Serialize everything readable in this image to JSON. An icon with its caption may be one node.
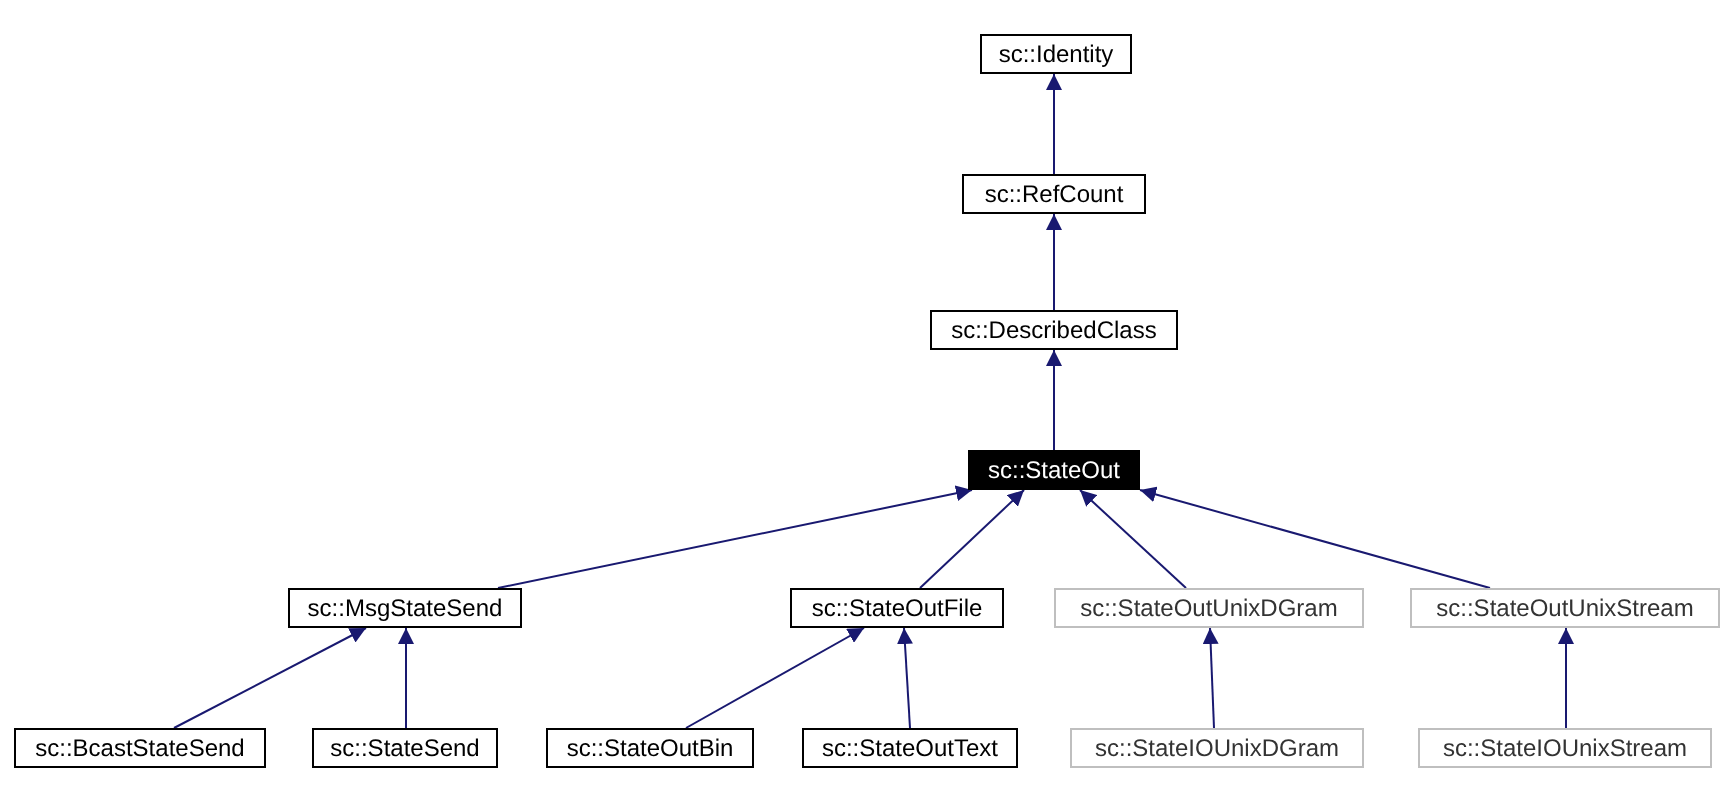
{
  "diagram": {
    "nodes": [
      {
        "text": [
          "sc::Identity"
        ]
      },
      {
        "text": [
          "sc::RefCount"
        ]
      },
      {
        "text": [
          "sc::DescribedClass"
        ]
      },
      {
        "text": [
          "sc::StateOut"
        ]
      },
      {
        "text": [
          "sc::MsgStateSend"
        ]
      },
      {
        "text": [
          "sc::StateOutFile"
        ]
      },
      {
        "text": [
          "sc::StateOutUnixDGram"
        ]
      },
      {
        "text": [
          "sc::StateOutUnixStream"
        ]
      },
      {
        "text": [
          "sc::BcastStateSend"
        ]
      },
      {
        "text": [
          "sc::StateSend"
        ]
      },
      {
        "text": [
          "sc::StateOutBin"
        ]
      },
      {
        "text": [
          "sc::StateOutText"
        ]
      },
      {
        "text": [
          "sc::StateIOUnixDGram"
        ]
      },
      {
        "text": [
          "sc::StateIOUnixStream"
        ]
      }
    ],
    "edges": [
      {
        "from": 1,
        "to": 0,
        "arrow": "to"
      },
      {
        "from": 2,
        "to": 1,
        "arrow": "to"
      },
      {
        "from": 3,
        "to": 2,
        "arrow": "to"
      },
      {
        "from": 4,
        "to": 3,
        "arrow": "to"
      },
      {
        "from": 5,
        "to": 3,
        "arrow": "to"
      },
      {
        "from": 6,
        "to": 3,
        "arrow": "to"
      },
      {
        "from": 7,
        "to": 3,
        "arrow": "to"
      },
      {
        "from": 8,
        "to": 4,
        "arrow": "to"
      },
      {
        "from": 9,
        "to": 4,
        "arrow": "to"
      },
      {
        "from": 10,
        "to": 5,
        "arrow": "to"
      },
      {
        "from": 11,
        "to": 5,
        "arrow": "to"
      },
      {
        "from": 12,
        "to": 6,
        "arrow": "to"
      },
      {
        "from": 13,
        "to": 7,
        "arrow": "to"
      }
    ]
  }
}
